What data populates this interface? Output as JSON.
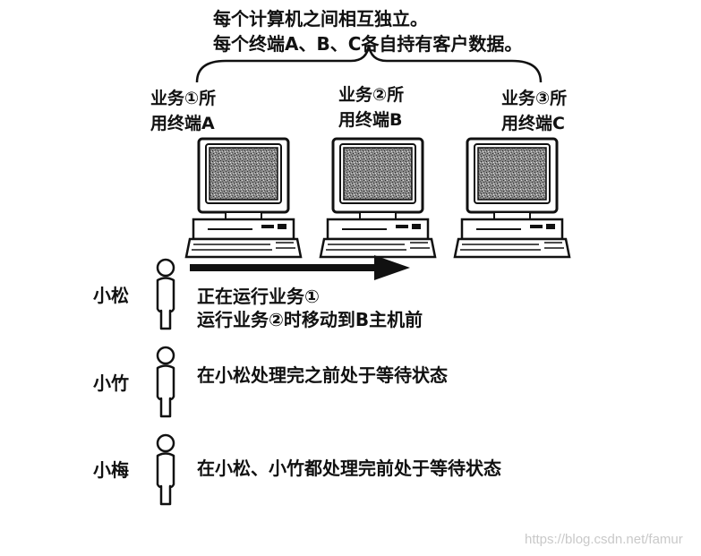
{
  "header": {
    "line1": "每个计算机之间相互独立。",
    "line2": "每个终端A、B、C各自持有客户数据。"
  },
  "terminals": [
    {
      "line1": "业务①所",
      "line2": "用终端A"
    },
    {
      "line1": "业务②所",
      "line2": "用终端B"
    },
    {
      "line1": "业务③所",
      "line2": "用终端C"
    }
  ],
  "people": [
    {
      "name": "小松",
      "lines": [
        "正在运行业务①",
        "运行业务②时移动到B主机前"
      ]
    },
    {
      "name": "小竹",
      "lines": [
        "在小松处理完之前处于等待状态"
      ]
    },
    {
      "name": "小梅",
      "lines": [
        "在小松、小竹都处理完前处于等待状态"
      ]
    }
  ],
  "watermark": "https://blog.csdn.net/famur"
}
